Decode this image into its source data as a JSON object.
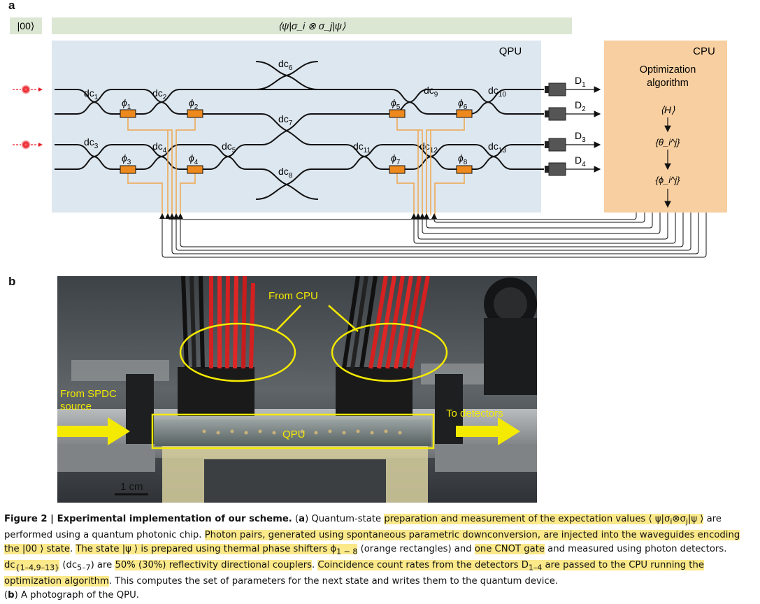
{
  "panel_a": {
    "label": "a",
    "initial_state": "|00⟩",
    "expectation_value": "⟨ψ|σ_i ⊗ σ_j|ψ⟩",
    "qpu_label": "QPU",
    "cpu_label": "CPU",
    "cpu_algorithm_title": [
      "Optimization",
      "algorithm"
    ],
    "cpu_steps": [
      "⟨H⟩",
      "{θ_i^j}",
      "{ϕ_i^j}"
    ],
    "directional_couplers": [
      "dc1",
      "dc2",
      "dc3",
      "dc4",
      "dc5",
      "dc6",
      "dc7",
      "dc8",
      "dc9",
      "dc10",
      "dc11",
      "dc12",
      "dc13"
    ],
    "phase_shifters": [
      "ϕ1",
      "ϕ2",
      "ϕ3",
      "ϕ4",
      "ϕ5",
      "ϕ6",
      "ϕ7",
      "ϕ8"
    ],
    "detectors": [
      "D1",
      "D2",
      "D3",
      "D4"
    ],
    "colors": {
      "qpu_bg": "#dde7f0",
      "cpu_bg": "#f8cfa0",
      "banner_bg": "#dbe6d3",
      "phase_shifter": "#ee8a1d",
      "control_wire": "#efa64a",
      "laser": "#e8222b"
    }
  },
  "panel_b": {
    "label": "b",
    "from_cpu": "From CPU",
    "from_spdc": [
      "From SPDC",
      "source"
    ],
    "to_detectors": "To detectors",
    "qpu": "QPU",
    "scale_bar": "1 cm"
  },
  "caption": {
    "title": "Figure 2 | Experimental implementation of our scheme.",
    "a_label": "a",
    "b_label": "b",
    "b_text": "A photograph of the QPU."
  }
}
